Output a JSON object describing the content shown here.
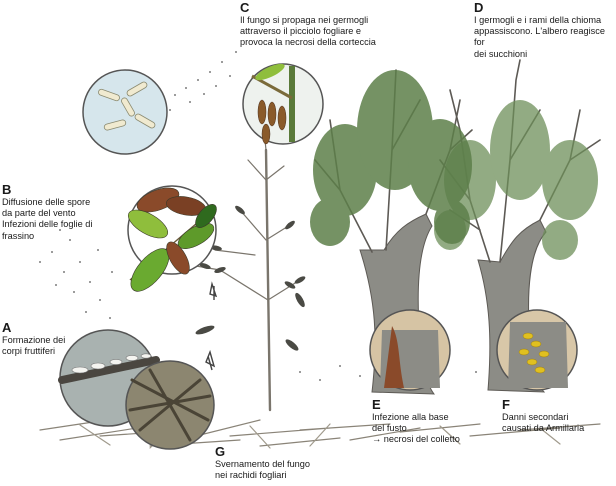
{
  "colors": {
    "background": "#ffffff",
    "foliage_light": "#8fbe3c",
    "foliage_dark": "#2f6a1e",
    "leaf_brown": "#8a4a2a",
    "bark": "#8c8c86",
    "bark_dark": "#5d5a55",
    "fungus_yellow": "#e0c020",
    "text": "#1a1a1a"
  },
  "stages": [
    {
      "id": "A",
      "letter": "A",
      "caption": "Formazione dei\ncorpi fruttiferi"
    },
    {
      "id": "B",
      "letter": "B",
      "caption": "Diffusione delle spore\nda parte del vento\nInfezioni delle foglie di\nfrassino"
    },
    {
      "id": "C",
      "letter": "C",
      "caption": "Il fungo si propaga nei germogli\nattraverso il picciolo fogliare e\nprovoca la necrosi della corteccia"
    },
    {
      "id": "D",
      "letter": "D",
      "caption": "I germogli e i rami della chioma\nappassiscono. L'albero reagisce for\ndei succhioni"
    },
    {
      "id": "E",
      "letter": "E",
      "caption": "Infezione alla base\ndel fusto\n→ necrosi del colletto"
    },
    {
      "id": "F",
      "letter": "F",
      "caption": "Danni secondari\ncausati da Armillaria"
    },
    {
      "id": "G",
      "letter": "G",
      "caption": "Svernamento del fungo\nnei rachidi fogliari"
    }
  ]
}
